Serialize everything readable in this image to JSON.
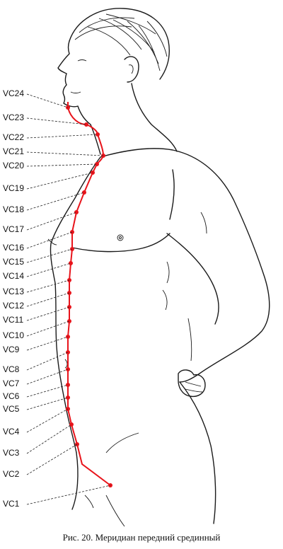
{
  "caption": "Рис. 20.  Меридиан передний срединный",
  "meridian_color": "#e8141b",
  "points": [
    "VC24",
    "VC23",
    "VC22",
    "VC21",
    "VC20",
    "VC19",
    "VC18",
    "VC17",
    "VC16",
    "VC15",
    "VC14",
    "VC13",
    "VC12",
    "VC11",
    "VC10",
    "VC9",
    "VC8",
    "VC7",
    "VC6",
    "VC5",
    "VC4",
    "VC3",
    "VC2",
    "VC1"
  ]
}
